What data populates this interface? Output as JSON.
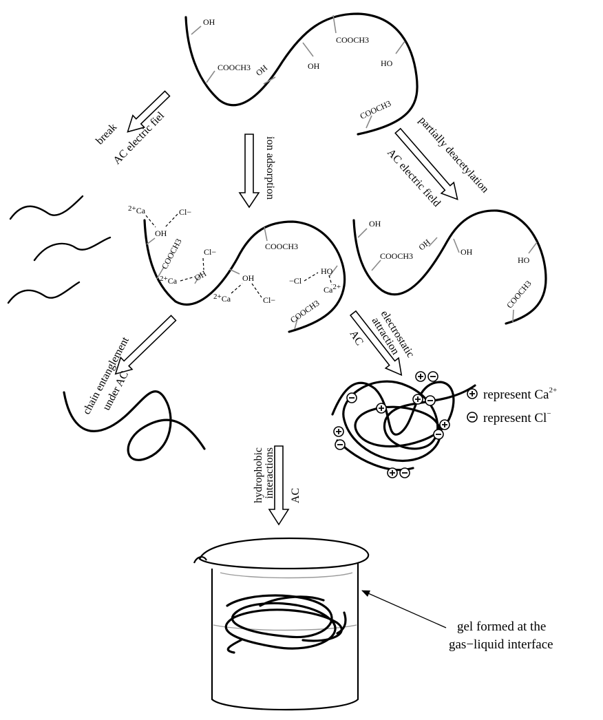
{
  "groups": {
    "top": [
      "OH",
      "COOCH3",
      "OH",
      "OH",
      "COOCH3",
      "HO",
      "COOCH3"
    ],
    "middle": [
      "2+Ca",
      "Cl−",
      "OH",
      "COOCH3",
      "Cl−",
      "2+Ca",
      "OH",
      "COOCH3",
      "OH",
      "Cl−",
      "2+Ca",
      "−Cl",
      "HO",
      "Ca2+",
      "COOCH3"
    ],
    "right": [
      "OH",
      "COOCH3",
      "OH",
      "OH",
      "HO",
      "COOCH3"
    ]
  },
  "arrows": {
    "break": [
      "break",
      "AC electric fiel"
    ],
    "ion_adsorption": "ion adsorption",
    "deacetylation": [
      "partially deacetylation",
      "AC electric field"
    ],
    "entanglement": [
      "chain entanglement",
      "under AC"
    ],
    "electrostatic": [
      "electrostatic",
      "attraction",
      "AC"
    ],
    "hydrophobic": [
      "hydrophobic",
      "interactions",
      "AC"
    ]
  },
  "legend": {
    "plus_text": "represent Ca",
    "plus_sup": "2+",
    "minus_text": "represent Cl",
    "minus_sup": "−"
  },
  "gel_label": [
    "gel formed at the",
    "gas−liquid interface"
  ]
}
